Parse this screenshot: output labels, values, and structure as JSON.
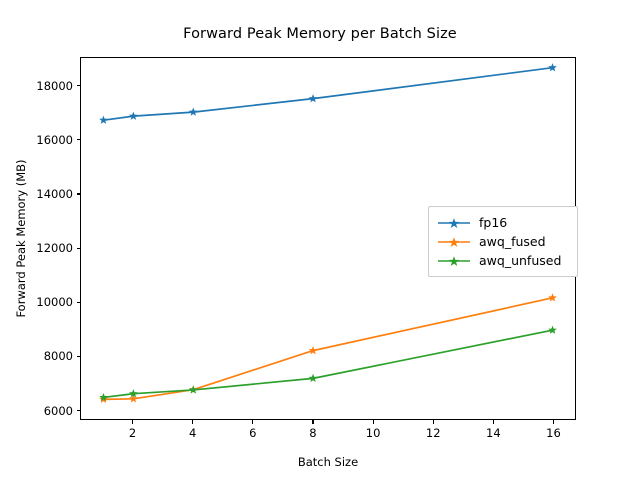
{
  "chart_data": {
    "type": "line",
    "title": "Forward Peak Memory per Batch Size",
    "xlabel": "Batch Size",
    "ylabel": "Forward Peak Memory (MB)",
    "x": [
      1,
      2,
      4,
      8,
      16
    ],
    "xlim": [
      0.25,
      16.75
    ],
    "ylim": [
      5650,
      19060
    ],
    "xticks": [
      2,
      4,
      6,
      8,
      10,
      12,
      14,
      16
    ],
    "xtick_labels": [
      "2",
      "4",
      "6",
      "8",
      "10",
      "12",
      "14",
      "16"
    ],
    "yticks": [
      6000,
      8000,
      10000,
      12000,
      14000,
      16000,
      18000
    ],
    "ytick_labels": [
      "6000",
      "8000",
      "10000",
      "12000",
      "14000",
      "16000",
      "18000"
    ],
    "grid": false,
    "legend_position": "center right",
    "marker": "star",
    "series": [
      {
        "name": "fp16",
        "color": "#1f77b4",
        "values": [
          16750,
          16900,
          17050,
          17550,
          18700
        ]
      },
      {
        "name": "awq_fused",
        "color": "#ff7f0e",
        "values": [
          6380,
          6400,
          6740,
          8190,
          10150
        ]
      },
      {
        "name": "awq_unfused",
        "color": "#2ca02c",
        "values": [
          6450,
          6590,
          6730,
          7160,
          8950
        ]
      }
    ]
  },
  "legend": {
    "entries": [
      {
        "label": "fp16"
      },
      {
        "label": "awq_fused"
      },
      {
        "label": "awq_unfused"
      }
    ]
  }
}
